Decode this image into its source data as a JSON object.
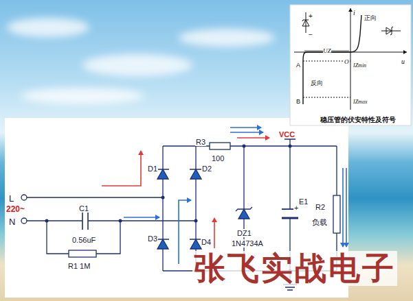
{
  "diagram": {
    "labels": [
      "L",
      "220~",
      "N",
      "C1",
      "0.56uF",
      "R1 1M",
      "D1",
      "D2",
      "D3",
      "D4",
      "R3",
      "100",
      "VCC",
      "DZ1",
      "1N4734A",
      "E1",
      "+",
      "R2",
      "负载",
      "张飞实战电子",
      "+",
      "−",
      "i",
      "正向",
      "UZ",
      "O",
      "u",
      "A",
      "IZmin",
      "反向",
      "B",
      "IZmax",
      "稳压管的伏安特性及符号"
    ]
  }
}
